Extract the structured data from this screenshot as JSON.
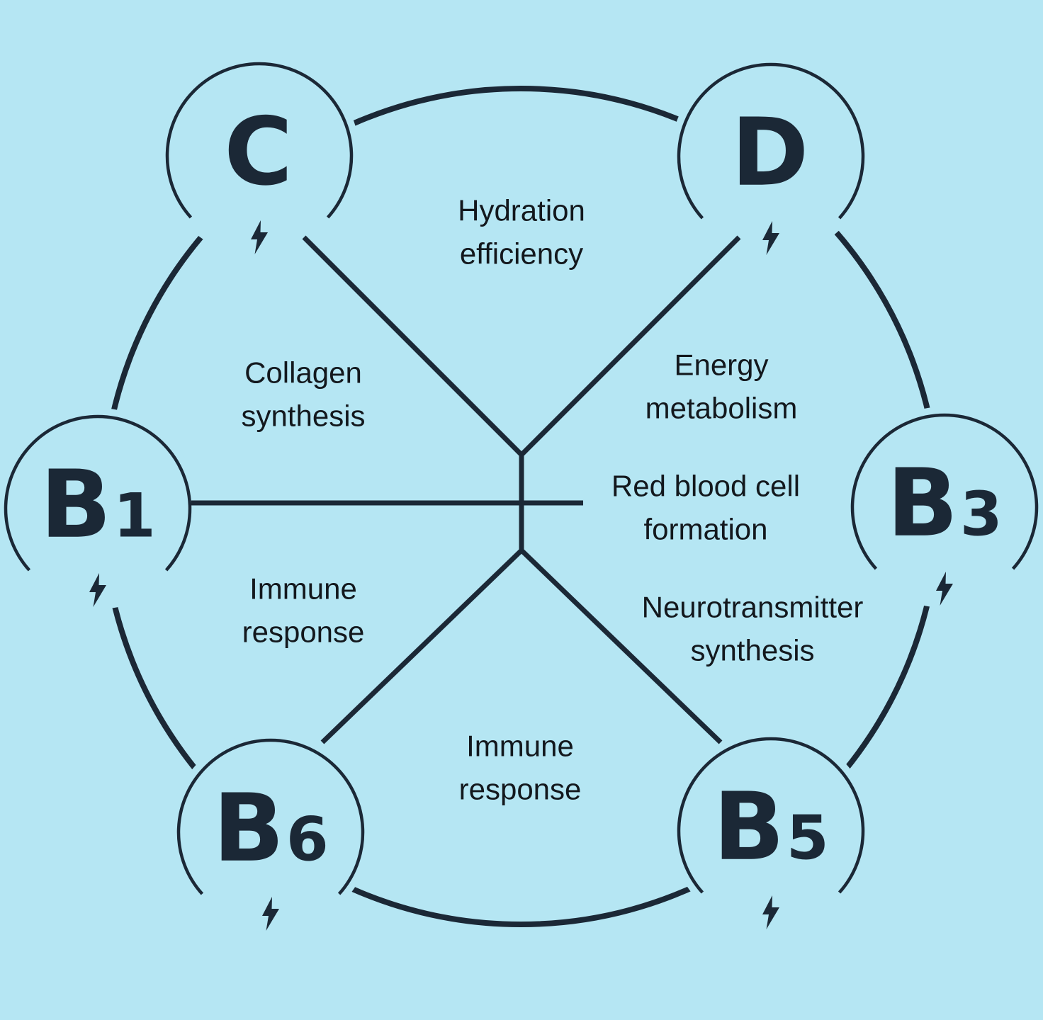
{
  "colors": {
    "background": "#b5e6f3",
    "ink": "#1b2836",
    "label_text": "#13181d"
  },
  "icons": {
    "node_badge": "lightning-bolt"
  },
  "nodes": {
    "c": {
      "letter": "C",
      "digit": ""
    },
    "d": {
      "letter": "D",
      "digit": ""
    },
    "b1": {
      "letter": "B",
      "digit": "1"
    },
    "b3": {
      "letter": "B",
      "digit": "3"
    },
    "b6": {
      "letter": "B",
      "digit": "6"
    },
    "b5": {
      "letter": "B",
      "digit": "5"
    }
  },
  "labels": {
    "hydration": "Hydration efficiency",
    "collagen": "Collagen synthesis",
    "energy": "Energy metabolism",
    "rbc": "Red blood cell formation",
    "neuro": "Neurotransmitter synthesis",
    "immune_left": "Immune response",
    "immune_bottom": "Immune response"
  }
}
